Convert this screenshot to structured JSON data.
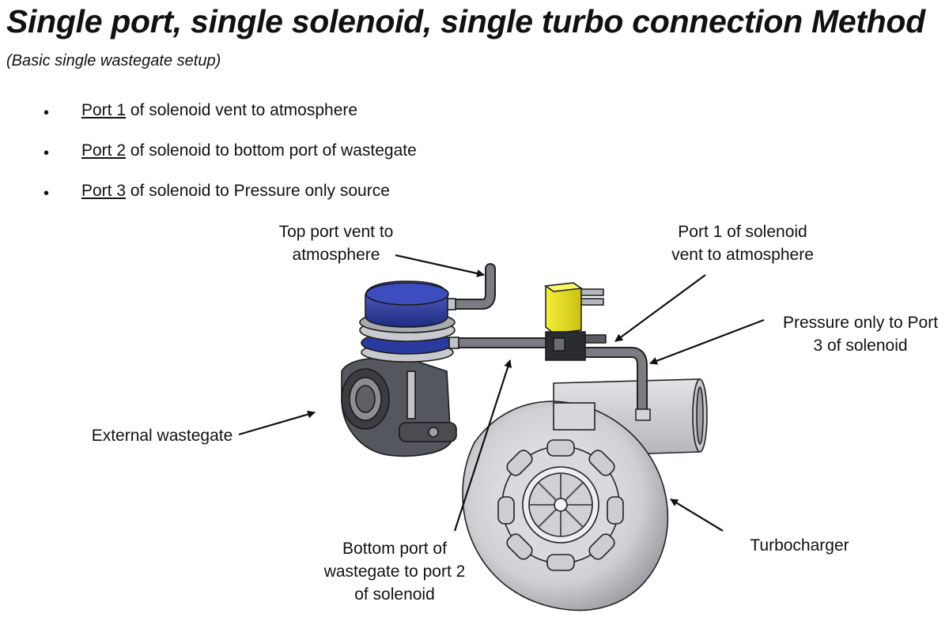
{
  "header": {
    "title": "Single port, single solenoid, single turbo connection Method",
    "subtitle": "(Basic single wastegate setup)"
  },
  "bullets": [
    {
      "port": "Port 1",
      "text": " of solenoid vent to atmosphere"
    },
    {
      "port": "Port 2",
      "text": " of solenoid to bottom port of wastegate"
    },
    {
      "port": "Port 3",
      "text": " of solenoid to Pressure only source"
    }
  ],
  "labels": {
    "top_port_l1": "Top port vent to",
    "top_port_l2": "atmosphere",
    "port1_l1": "Port 1 of solenoid",
    "port1_l2": "vent to atmosphere",
    "pressure_l1": "Pressure only to Port",
    "pressure_l2": "3 of solenoid",
    "external_wastegate": "External wastegate",
    "bottom_l1": "Bottom port of",
    "bottom_l2": "wastegate to port 2",
    "bottom_l3": "of solenoid",
    "turbocharger": "Turbocharger"
  },
  "colors": {
    "wastegate_cap": "#2b3a9e",
    "solenoid": "#e8e01a",
    "turbo_body": "#cfd0d4",
    "wastegate_body": "#55575e",
    "hose": "#6a6c72"
  }
}
